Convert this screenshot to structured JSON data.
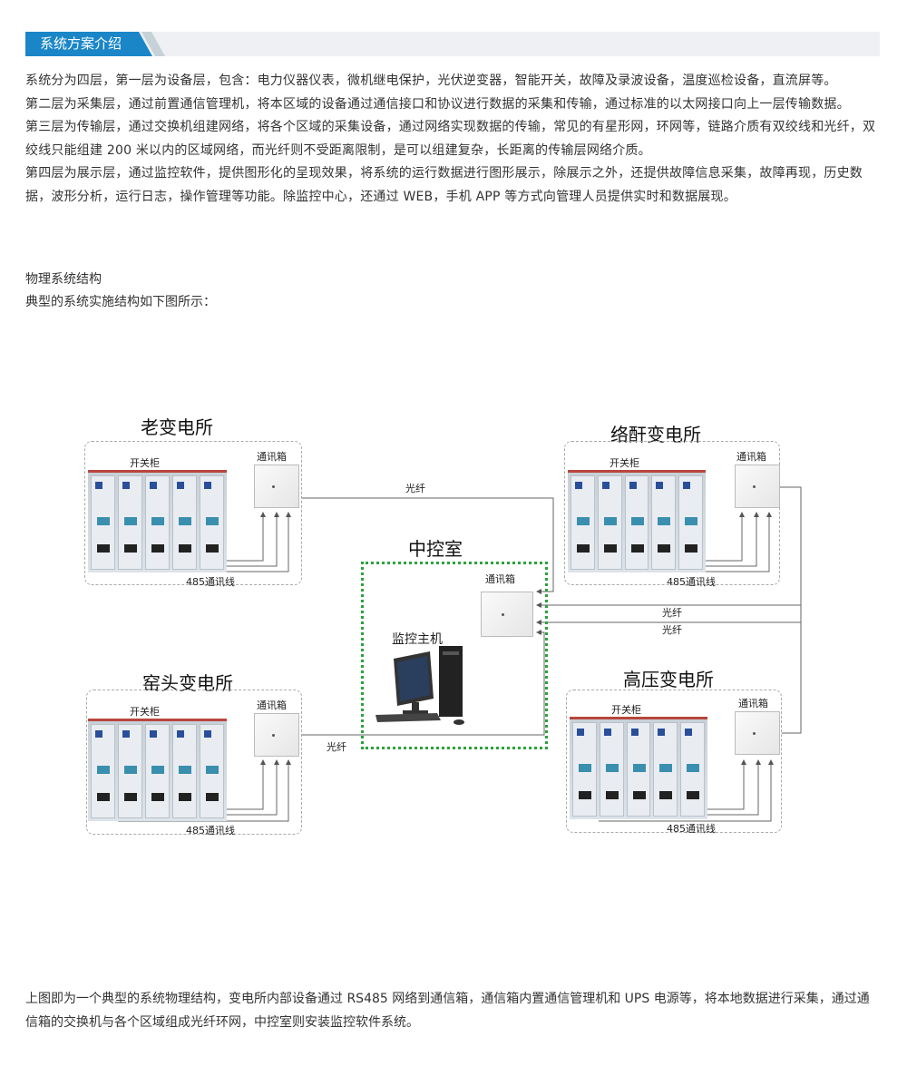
{
  "header": {
    "title": "系统方案介绍"
  },
  "intro": [
    "系统分为四层，第一层为设备层，包含：电力仪器仪表，微机继电保护，光伏逆变器，智能开关，故障及录波设备，温度巡检设备，直流屏等。",
    "第二层为采集层，通过前置通信管理机，将本区域的设备通过通信接口和协议进行数据的采集和传输，通过标准的以太网接口向上一层传输数据。",
    "第三层为传输层，通过交换机组建网络，将各个区域的采集设备，通过网络实现数据的传输，常见的有星形网，环网等，链路介质有双绞线和光纤，双绞线只能组建 200 米以内的区域网络，而光纤则不受距离限制，是可以组建复杂，长距离的传输层网络介质。",
    "第四层为展示层，通过监控软件，提供图形化的呈现效果，将系统的运行数据进行图形展示，除展示之外，还提供故障信息采集，故障再现，历史数据，波形分析，运行日志，操作管理等功能。除监控中心，还通过 WEB，手机 APP 等方式向管理人员提供实时和数据展现。"
  ],
  "section": {
    "title": "物理系统结构",
    "subtitle": "典型的系统实施结构如下图所示："
  },
  "diagram": {
    "stations": [
      {
        "name": "老变电所",
        "cabinet": "开关柜",
        "box": "通讯箱",
        "wire": "485通讯线"
      },
      {
        "name": "络酐变电所",
        "cabinet": "开关柜",
        "box": "通讯箱",
        "wire": "485通讯线"
      },
      {
        "name": "窑头变电所",
        "cabinet": "开关柜",
        "box": "通讯箱",
        "wire": "485通讯线"
      },
      {
        "name": "高压变电所",
        "cabinet": "开关柜",
        "box": "通讯箱",
        "wire": "485通讯线"
      }
    ],
    "control": {
      "name": "中控室",
      "box": "通讯箱",
      "host": "监控主机"
    },
    "fiber": "光纤"
  },
  "footer": "上图即为一个典型的系统物理结构，变电所内部设备通过 RS485 网络到通信箱，通信箱内置通信管理机和 UPS 电源等，将本地数据进行采集，通过通信箱的交换机与各个区域组成光纤环网，中控室则安装监控软件系统。"
}
